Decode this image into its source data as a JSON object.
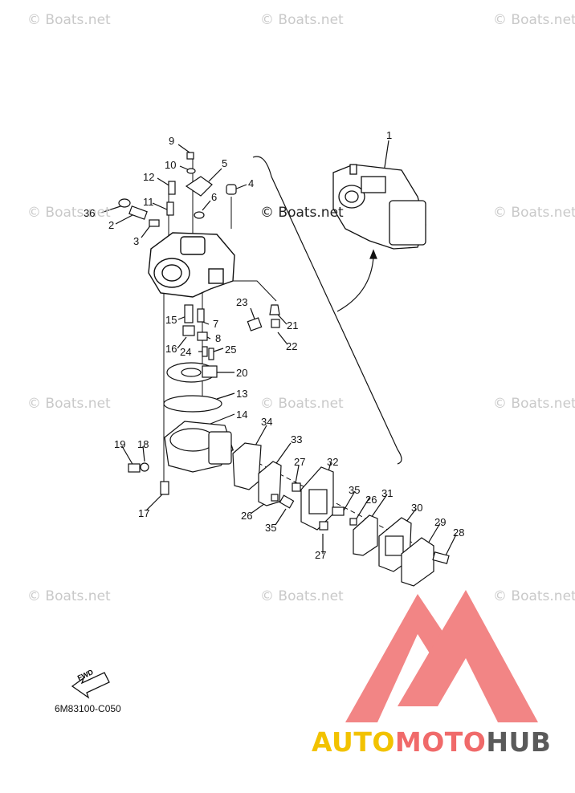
{
  "watermark": "© Boats.net",
  "diagram_code": "6M83100-C050",
  "fwd_label": "FWD",
  "logo": {
    "part1": "AUTO",
    "part2": "MOTO",
    "part3": "HUB"
  },
  "part_labels": [
    "9",
    "10",
    "5",
    "12",
    "4",
    "6",
    "11",
    "36",
    "2",
    "3",
    "1",
    "23",
    "15",
    "7",
    "21",
    "16",
    "8",
    "24",
    "25",
    "22",
    "20",
    "13",
    "14",
    "34",
    "33",
    "19",
    "18",
    "27",
    "32",
    "35",
    "26",
    "31",
    "30",
    "17",
    "29",
    "28"
  ]
}
